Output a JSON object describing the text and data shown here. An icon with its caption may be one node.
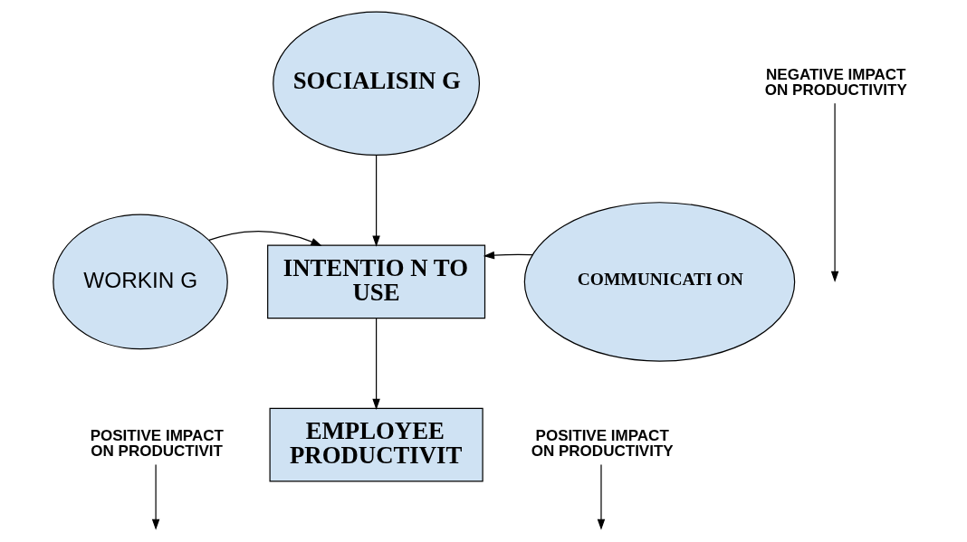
{
  "diagram": {
    "nodes": [
      {
        "text": [
          "SOCIALISIN G"
        ]
      },
      {
        "text": [
          "NEGATIVE IMPACT ON PRODUCTIVITY"
        ]
      },
      {
        "text": [
          "WORKIN G"
        ]
      },
      {
        "text": [
          "INTENTIO N TO USE"
        ]
      },
      {
        "text": [
          "COMMUNICATI ON"
        ]
      },
      {
        "text": [
          "POSITIVE IMPACT ON PRODUCTIVIT"
        ]
      },
      {
        "text": [
          "EMPLOYEE PRODUCTIVIT"
        ]
      },
      {
        "text": [
          "POSITIVE IMPACT ON PRODUCTIVITY"
        ]
      }
    ],
    "edges": [
      {
        "from": 0,
        "to": 3,
        "arrow": "to"
      },
      {
        "from": 1,
        "to": null,
        "arrow": "to"
      },
      {
        "from": 2,
        "to": 3,
        "arrow": "to"
      },
      {
        "from": 5,
        "to": null,
        "arrow": "to"
      },
      {
        "from": 4,
        "to": 3,
        "arrow": "to"
      },
      {
        "from": 7,
        "to": null,
        "arrow": "to"
      },
      {
        "from": 3,
        "to": 6,
        "arrow": "to"
      }
    ]
  }
}
